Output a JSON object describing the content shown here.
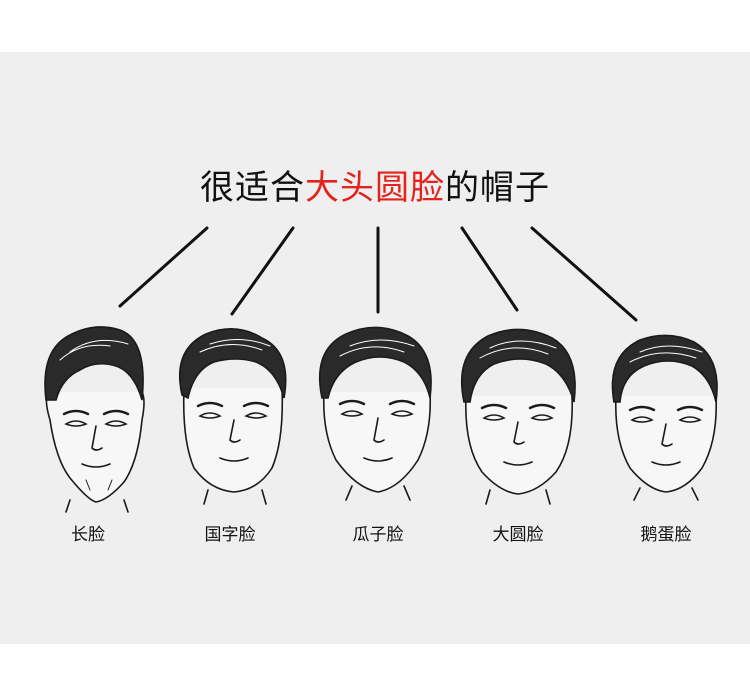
{
  "title": {
    "part1": "很适合",
    "highlight": "大头圆脸",
    "part2": "的帽子",
    "highlight_color": "#e3231c"
  },
  "faces": [
    {
      "label": "长脸"
    },
    {
      "label": "国字脸"
    },
    {
      "label": "瓜子脸"
    },
    {
      "label": "大圆脸"
    },
    {
      "label": "鹅蛋脸"
    }
  ]
}
